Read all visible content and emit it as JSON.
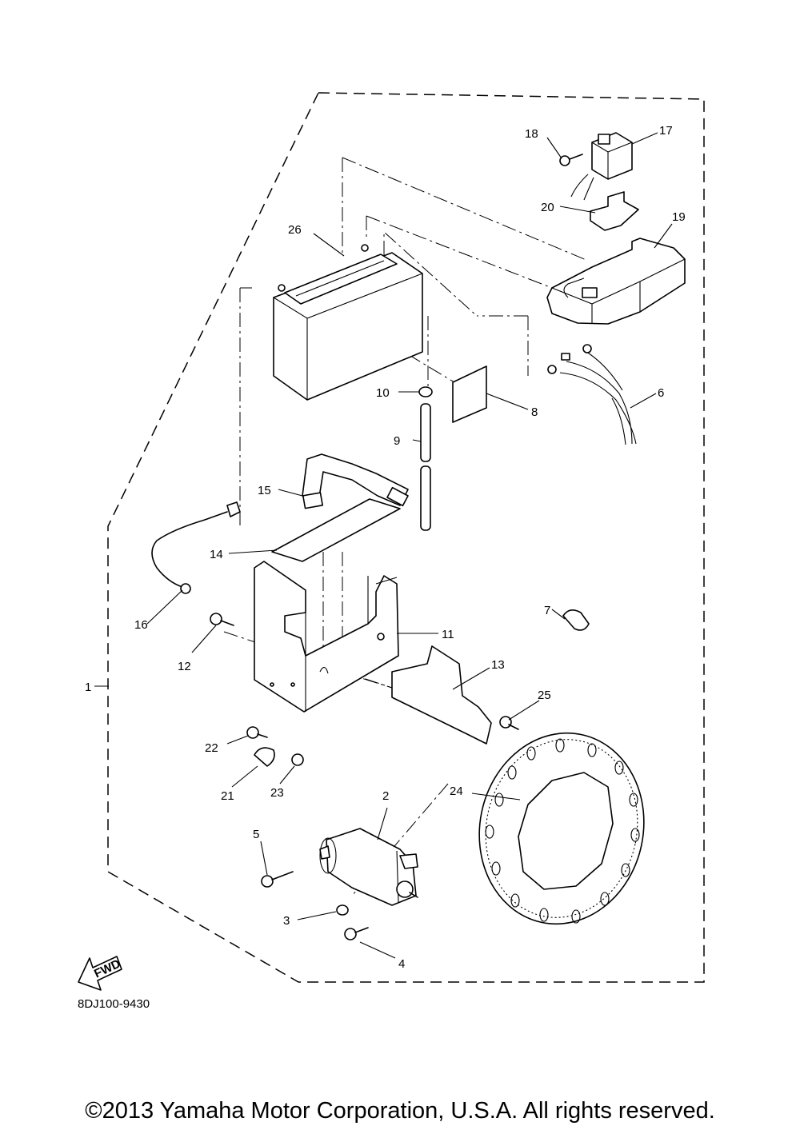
{
  "diagram": {
    "code": "8DJ100-9430",
    "fwd_label": "FWD",
    "callouts": [
      "1",
      "2",
      "3",
      "4",
      "5",
      "6",
      "7",
      "8",
      "9",
      "10",
      "11",
      "12",
      "13",
      "14",
      "15",
      "16",
      "17",
      "18",
      "19",
      "20",
      "21",
      "22",
      "23",
      "24",
      "25",
      "26"
    ]
  },
  "footer": {
    "copyright": "©2013 Yamaha Motor Corporation, U.S.A. All rights reserved."
  }
}
